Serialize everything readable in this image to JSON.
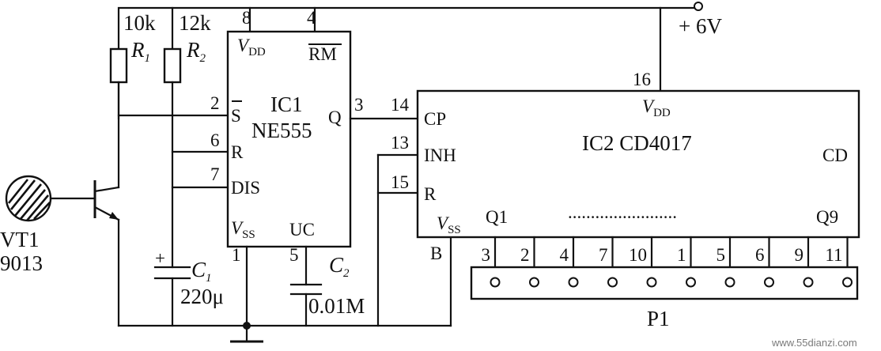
{
  "supply": {
    "label": "+ 6V"
  },
  "r1": {
    "value": "10k",
    "name": "R",
    "sub": "1"
  },
  "r2": {
    "value": "12k",
    "name": "R",
    "sub": "2"
  },
  "c1": {
    "name": "C",
    "sub": "1",
    "value": "220μ",
    "polarity": "+"
  },
  "c2": {
    "name": "C",
    "sub": "2",
    "value": "0.01M"
  },
  "vt1": {
    "name": "VT1",
    "type": "9013"
  },
  "ic1": {
    "name": "IC1",
    "type": "NE555",
    "vdd": {
      "main": "V",
      "sub": "DD"
    },
    "rm": "RM",
    "s": "S",
    "r": "R",
    "dis": "DIS",
    "q": "Q",
    "vss": {
      "main": "V",
      "sub": "SS"
    },
    "uc": "UC",
    "pins": {
      "vdd": "8",
      "rm": "4",
      "s": "2",
      "r": "6",
      "dis": "7",
      "q": "3",
      "vss": "1",
      "uc": "5"
    }
  },
  "ic2": {
    "name": "IC2 CD4017",
    "cp": "CP",
    "inh": "INH",
    "r": "R",
    "cd": "CD",
    "vdd": {
      "main": "V",
      "sub": "DD"
    },
    "vss": {
      "main": "V",
      "sub": "SS"
    },
    "q_first": "Q1",
    "q_last": "Q9",
    "dots": "........................",
    "b": "B",
    "pins": {
      "vdd": "16",
      "cp": "14",
      "inh": "13",
      "r": "15"
    },
    "output_pins": [
      "3",
      "2",
      "4",
      "7",
      "10",
      "1",
      "5",
      "6",
      "9",
      "11"
    ]
  },
  "p1": {
    "name": "P1"
  },
  "watermark": "www.55dianzi.com"
}
